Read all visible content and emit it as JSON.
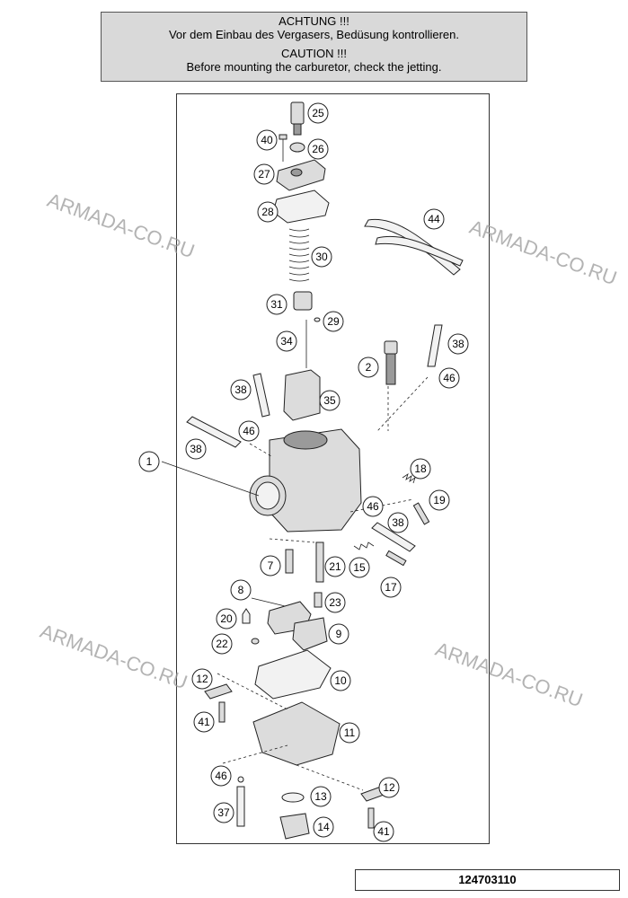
{
  "caution": {
    "de_title": "ACHTUNG !!!",
    "de_text": "Vor dem Einbau des Vergasers, Bedüsung kontrollieren.",
    "en_title": "CAUTION !!!",
    "en_text": "Before mounting the carburetor, check the jetting."
  },
  "watermark": "ARMADA-CO.RU",
  "part_number": "124703110",
  "callouts": [
    "25",
    "40",
    "26",
    "27",
    "28",
    "44",
    "30",
    "31",
    "29",
    "34",
    "38",
    "2",
    "46",
    "38",
    "35",
    "46",
    "1",
    "38",
    "18",
    "19",
    "46",
    "38",
    "7",
    "21",
    "15",
    "17",
    "8",
    "23",
    "20",
    "9",
    "22",
    "12",
    "10",
    "41",
    "11",
    "46",
    "12",
    "13",
    "37",
    "14",
    "41"
  ]
}
